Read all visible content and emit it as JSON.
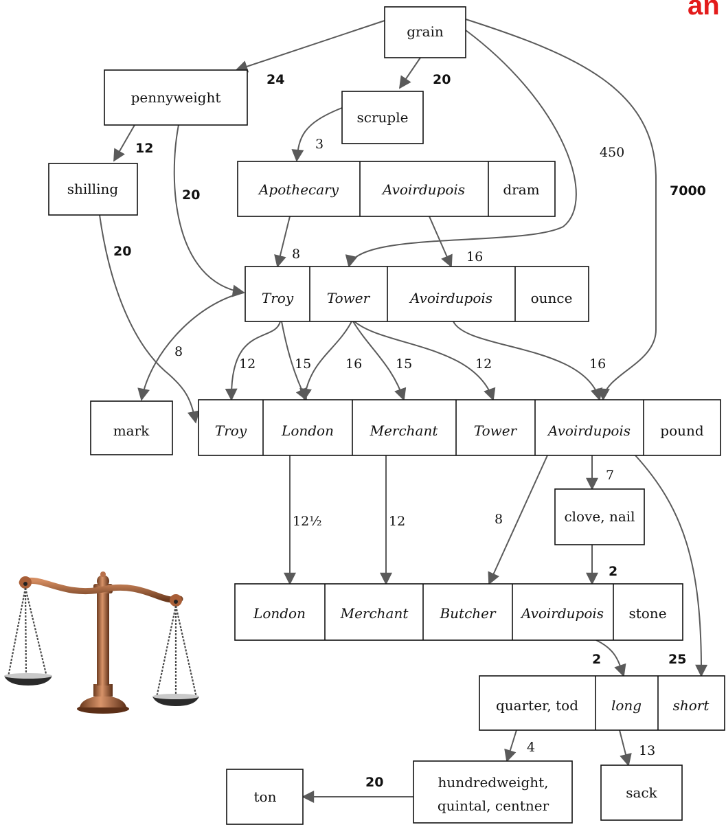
{
  "corner_text": "an",
  "cells": {
    "grain": "grain",
    "pennyweight": "pennyweight",
    "scruple": "scruple",
    "shilling": "shilling",
    "dram_apothecary": "Apothecary",
    "dram_avoirdupois": "Avoirdupois",
    "dram": "dram",
    "ounce_troy": "Troy",
    "ounce_tower": "Tower",
    "ounce_avoirdupois": "Avoirdupois",
    "ounce": "ounce",
    "mark": "mark",
    "pound_troy": "Troy",
    "pound_london": "London",
    "pound_merchant": "Merchant",
    "pound_tower": "Tower",
    "pound_avoirdupois": "Avoirdupois",
    "pound": "pound",
    "clove": "clove, nail",
    "stone_london": "London",
    "stone_merchant": "Merchant",
    "stone_butcher": "Butcher",
    "stone_avoirdupois": "Avoirdupois",
    "stone": "stone",
    "quarter": "quarter, tod",
    "quarter_long": "long",
    "quarter_short": "short",
    "hundredweight_1": "hundredweight,",
    "hundredweight_2": "quintal, centner",
    "sack": "sack",
    "ton": "ton"
  },
  "edge_labels": {
    "grain_pennyweight": "24",
    "grain_scruple": "20",
    "grain_ounce_tower": "450",
    "grain_pound_avoirdupois": "7000",
    "pennyweight_shilling": "12",
    "pennyweight_ounce_troy": "20",
    "shilling_pound_troy": "20",
    "scruple_dram": "3",
    "dram_apothecary_ounce": "8",
    "dram_avoirdupois_ounce": "16",
    "mark_ounce": "8",
    "troy_troy": "12",
    "troy_london": "15",
    "tower_london": "16",
    "tower_merchant": "15",
    "tower_tower": "12",
    "avoir_avoir": "16",
    "london_stone": "12½",
    "merchant_stone": "12",
    "avoir_butcher": "8",
    "pound_clove": "7",
    "clove_stone": "2",
    "stone_quarter": "2",
    "pound_short": "25",
    "quarter_hundredweight": "4",
    "long_sack": "13",
    "hundredweight_ton": "20"
  },
  "colors": {
    "corner_text": "#e31b1b",
    "edge": "#5a5a5a"
  }
}
